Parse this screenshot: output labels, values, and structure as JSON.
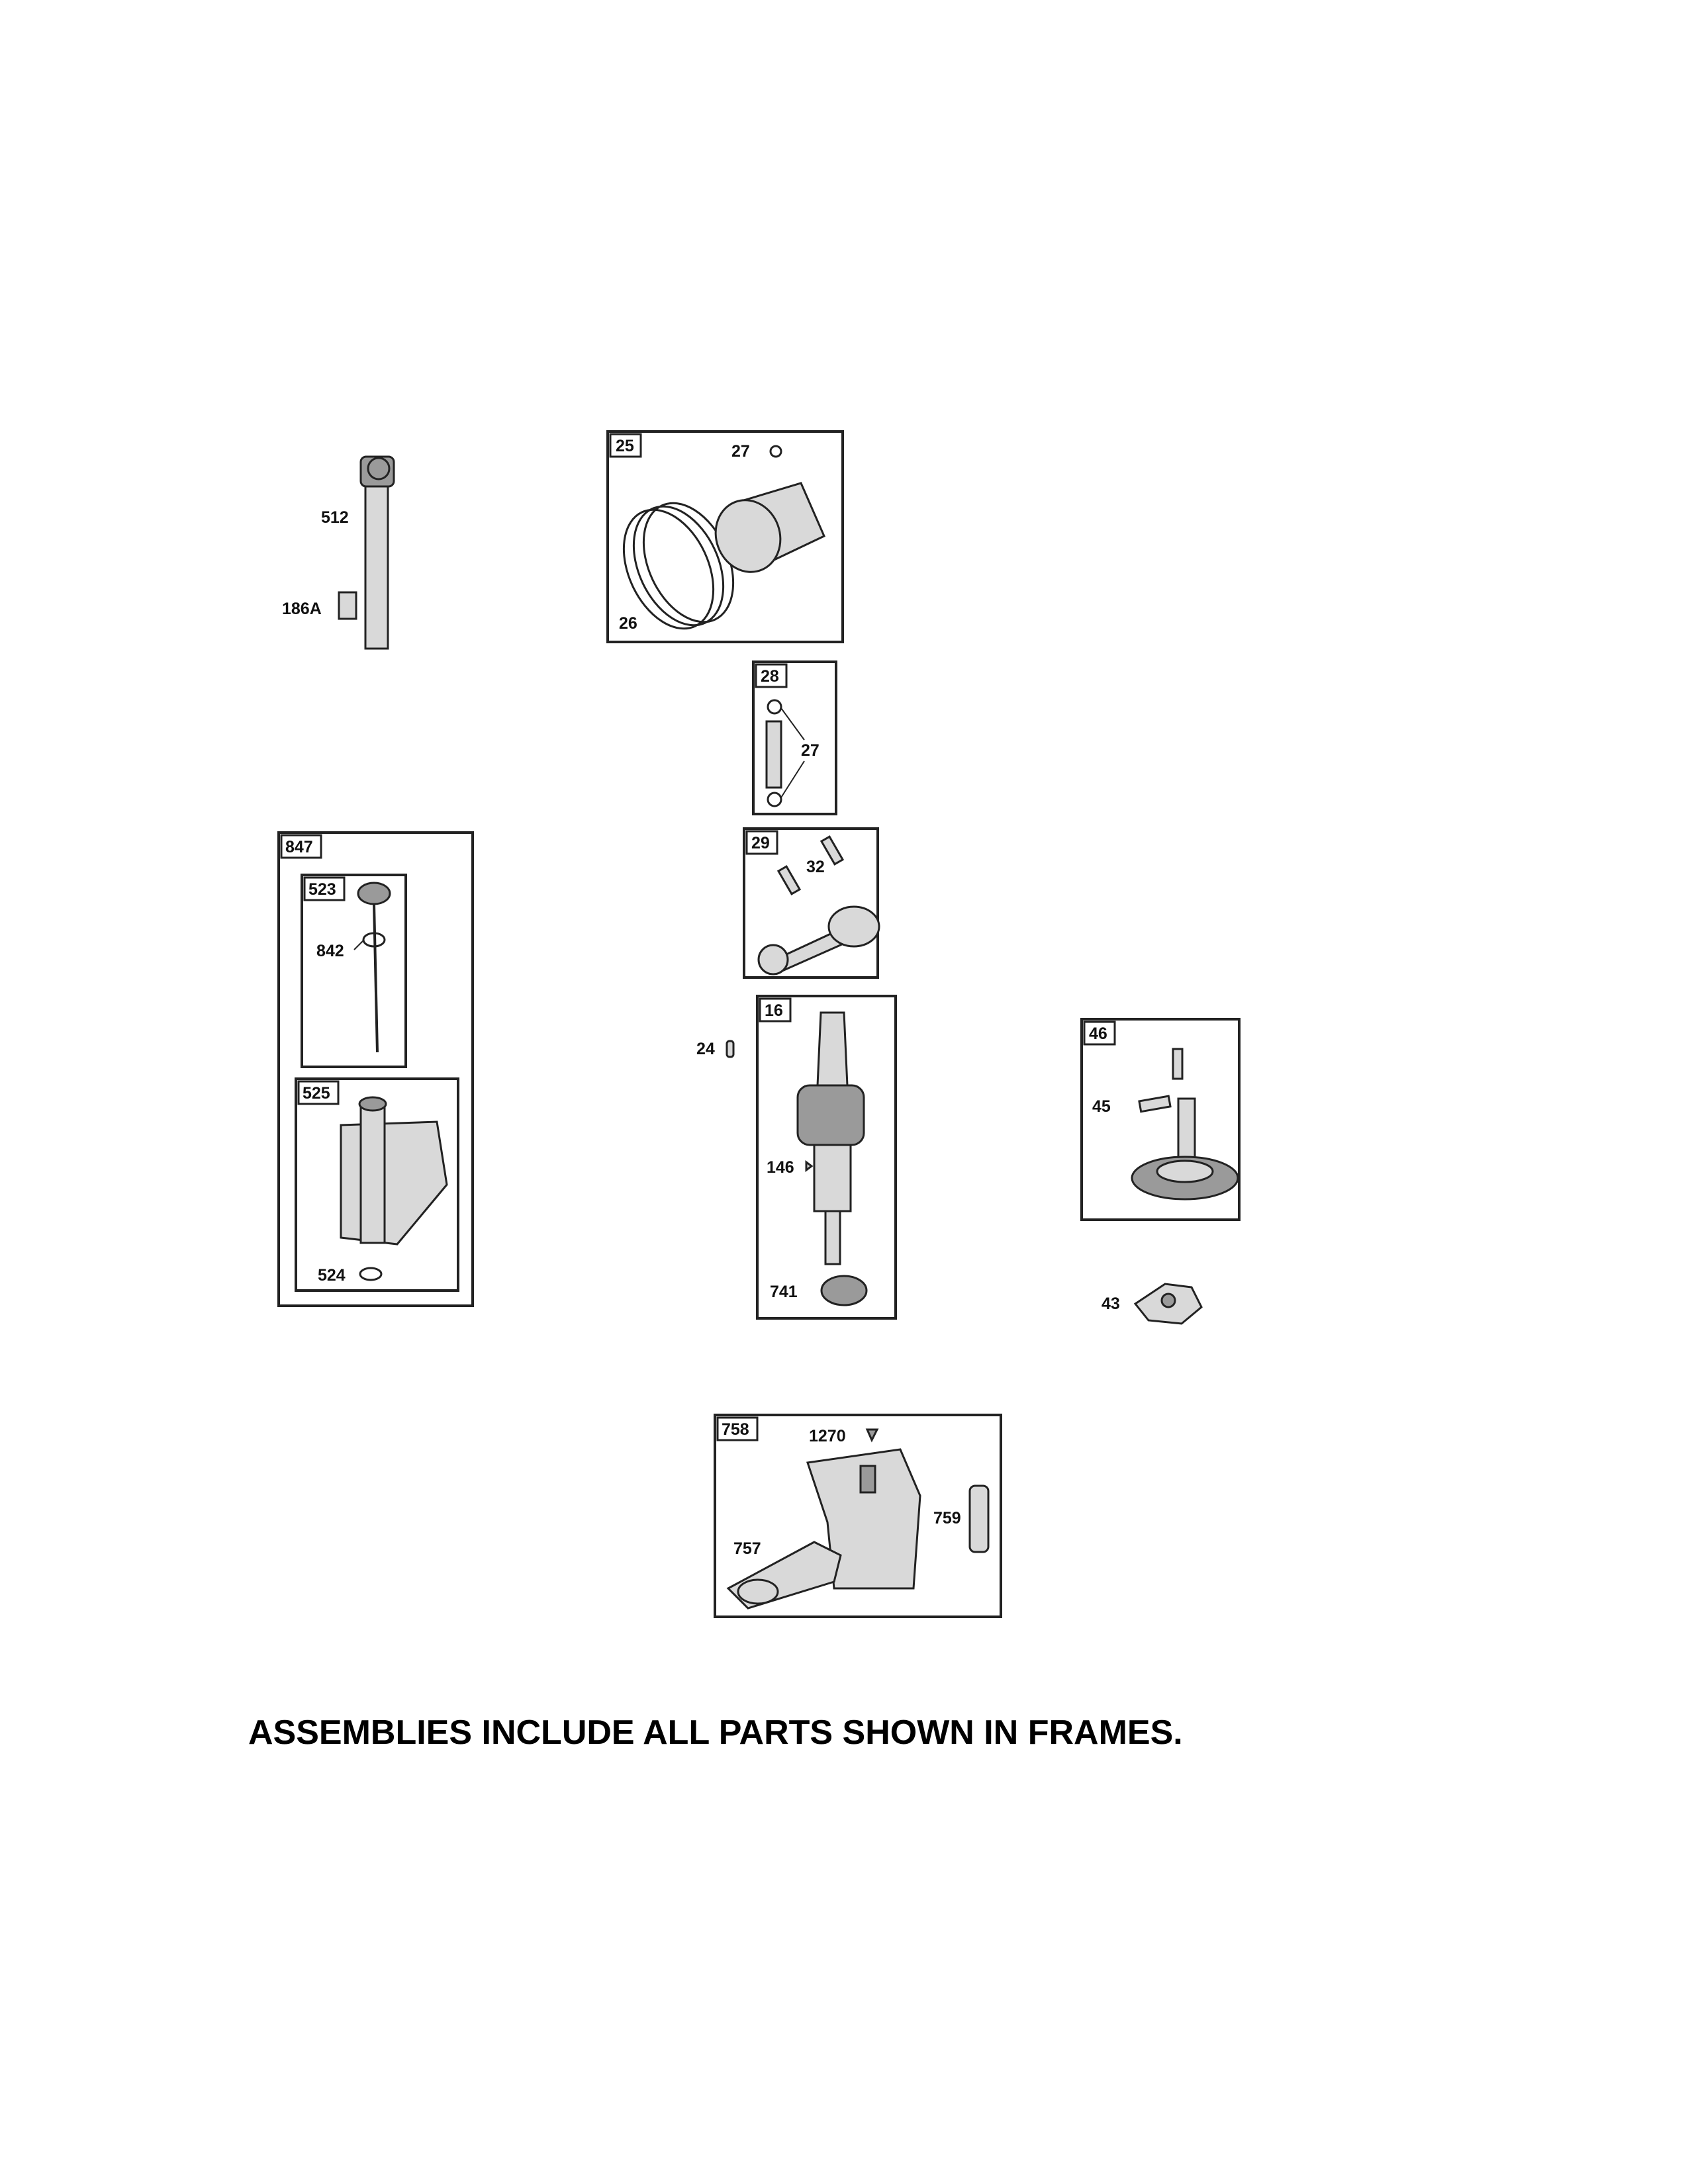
{
  "callouts": {
    "c512": "512",
    "c186a": "186A",
    "c25": "25",
    "c27a": "27",
    "c26": "26",
    "c28": "28",
    "c27b": "27",
    "c847": "847",
    "c523": "523",
    "c842": "842",
    "c525": "525",
    "c524": "524",
    "c29": "29",
    "c32": "32",
    "c16": "16",
    "c24": "24",
    "c146": "146",
    "c741": "741",
    "c46": "46",
    "c45": "45",
    "c43": "43",
    "c758": "758",
    "c1270": "1270",
    "c757": "757",
    "c759": "759"
  },
  "footer_note": "ASSEMBLIES INCLUDE ALL PARTS SHOWN IN FRAMES."
}
